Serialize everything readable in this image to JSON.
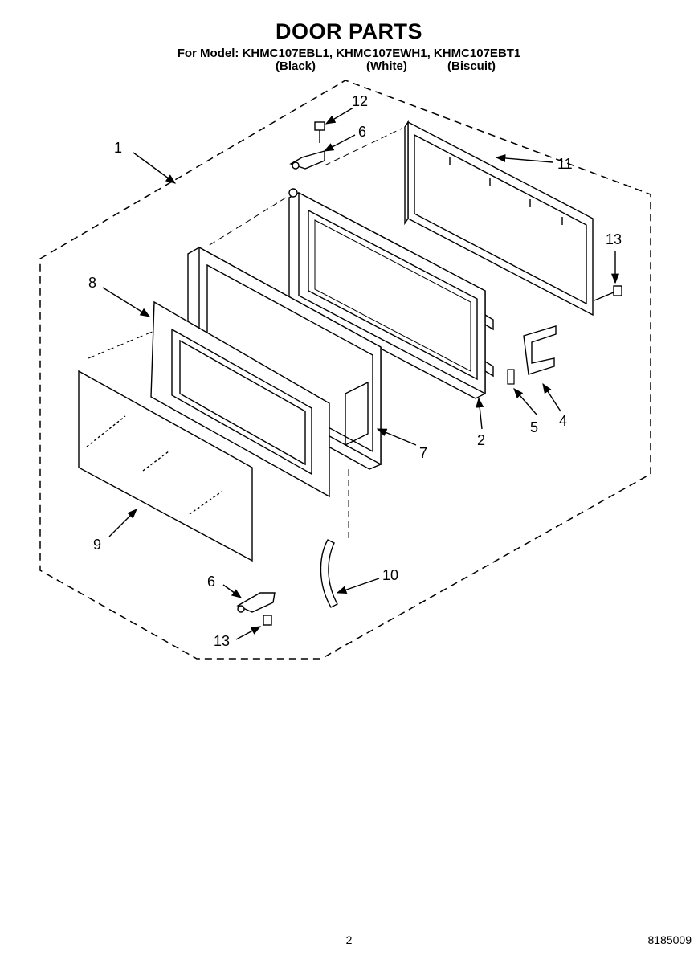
{
  "header": {
    "title": "DOOR PARTS",
    "models": "For Model: KHMC107EBL1, KHMC107EWH1, KHMC107EBT1",
    "variants": [
      "(Black)",
      "(White)",
      "(Biscuit)"
    ]
  },
  "callouts": {
    "c1": "1",
    "c2": "2",
    "c4": "4",
    "c5": "5",
    "c6_top": "6",
    "c6_bottom": "6",
    "c7": "7",
    "c8": "8",
    "c9": "9",
    "c10": "10",
    "c11": "11",
    "c12": "12",
    "c13_right": "13",
    "c13_bottom": "13"
  },
  "footer": {
    "page": "2",
    "doc": "8185009"
  }
}
